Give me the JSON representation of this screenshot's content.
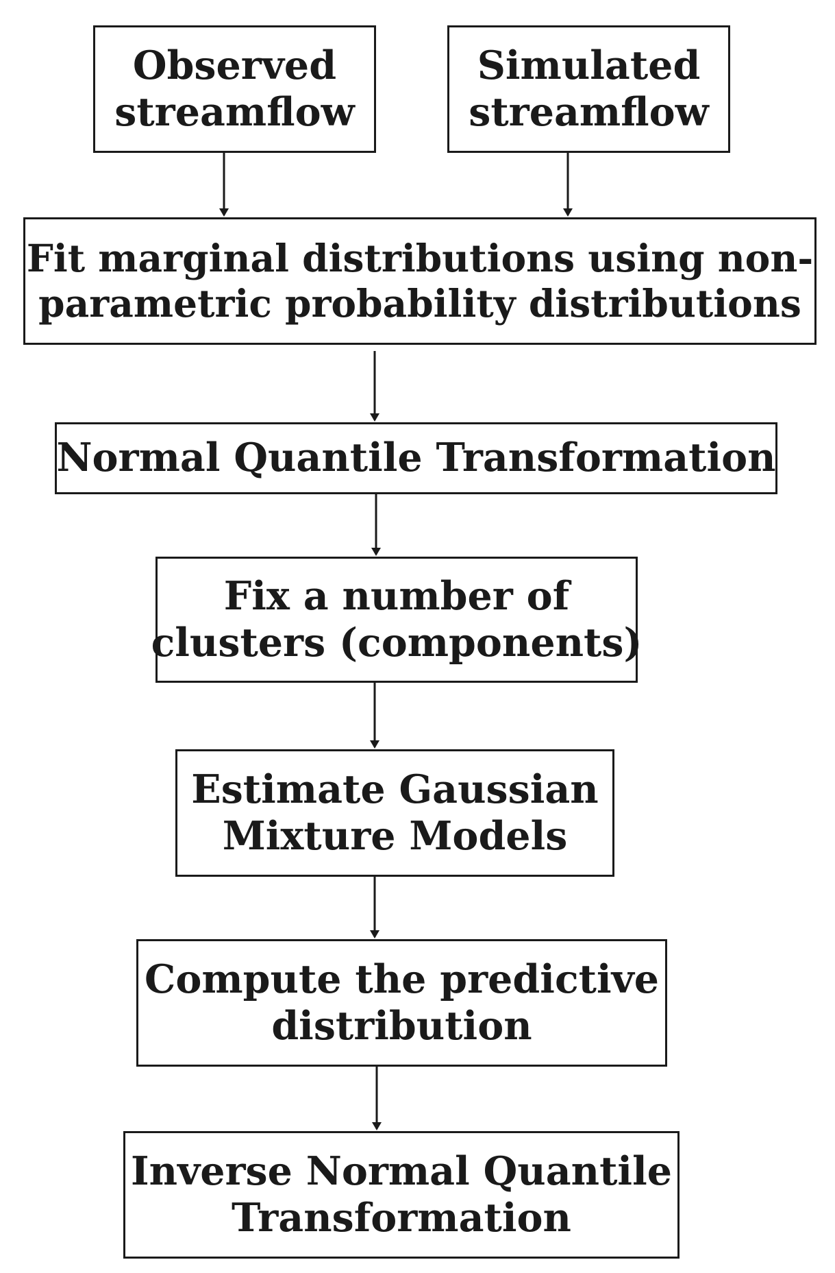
{
  "diagram": {
    "type": "flowchart",
    "nodes": [
      {
        "id": "observed",
        "lines": [
          "Observed",
          "streamflow"
        ]
      },
      {
        "id": "simulated",
        "lines": [
          "Simulated",
          "streamflow"
        ]
      },
      {
        "id": "fit",
        "lines": [
          "Fit marginal distributions using non-",
          "parametric probability distributions"
        ]
      },
      {
        "id": "nqt",
        "lines": [
          "Normal Quantile Transformation"
        ]
      },
      {
        "id": "fix",
        "lines": [
          "Fix a number of",
          "clusters (components)"
        ]
      },
      {
        "id": "gmm",
        "lines": [
          "Estimate Gaussian",
          "Mixture Models"
        ]
      },
      {
        "id": "compute",
        "lines": [
          "Compute the predictive",
          "distribution"
        ]
      },
      {
        "id": "inverse",
        "lines": [
          "Inverse Normal Quantile",
          "Transformation"
        ]
      }
    ],
    "edges": [
      {
        "from": "observed",
        "to": "fit"
      },
      {
        "from": "simulated",
        "to": "fit"
      },
      {
        "from": "fit",
        "to": "nqt"
      },
      {
        "from": "nqt",
        "to": "fix"
      },
      {
        "from": "fix",
        "to": "gmm"
      },
      {
        "from": "gmm",
        "to": "compute"
      },
      {
        "from": "compute",
        "to": "inverse"
      }
    ],
    "colors": {
      "stroke": "#1a1a1a",
      "background": "#ffffff"
    }
  }
}
